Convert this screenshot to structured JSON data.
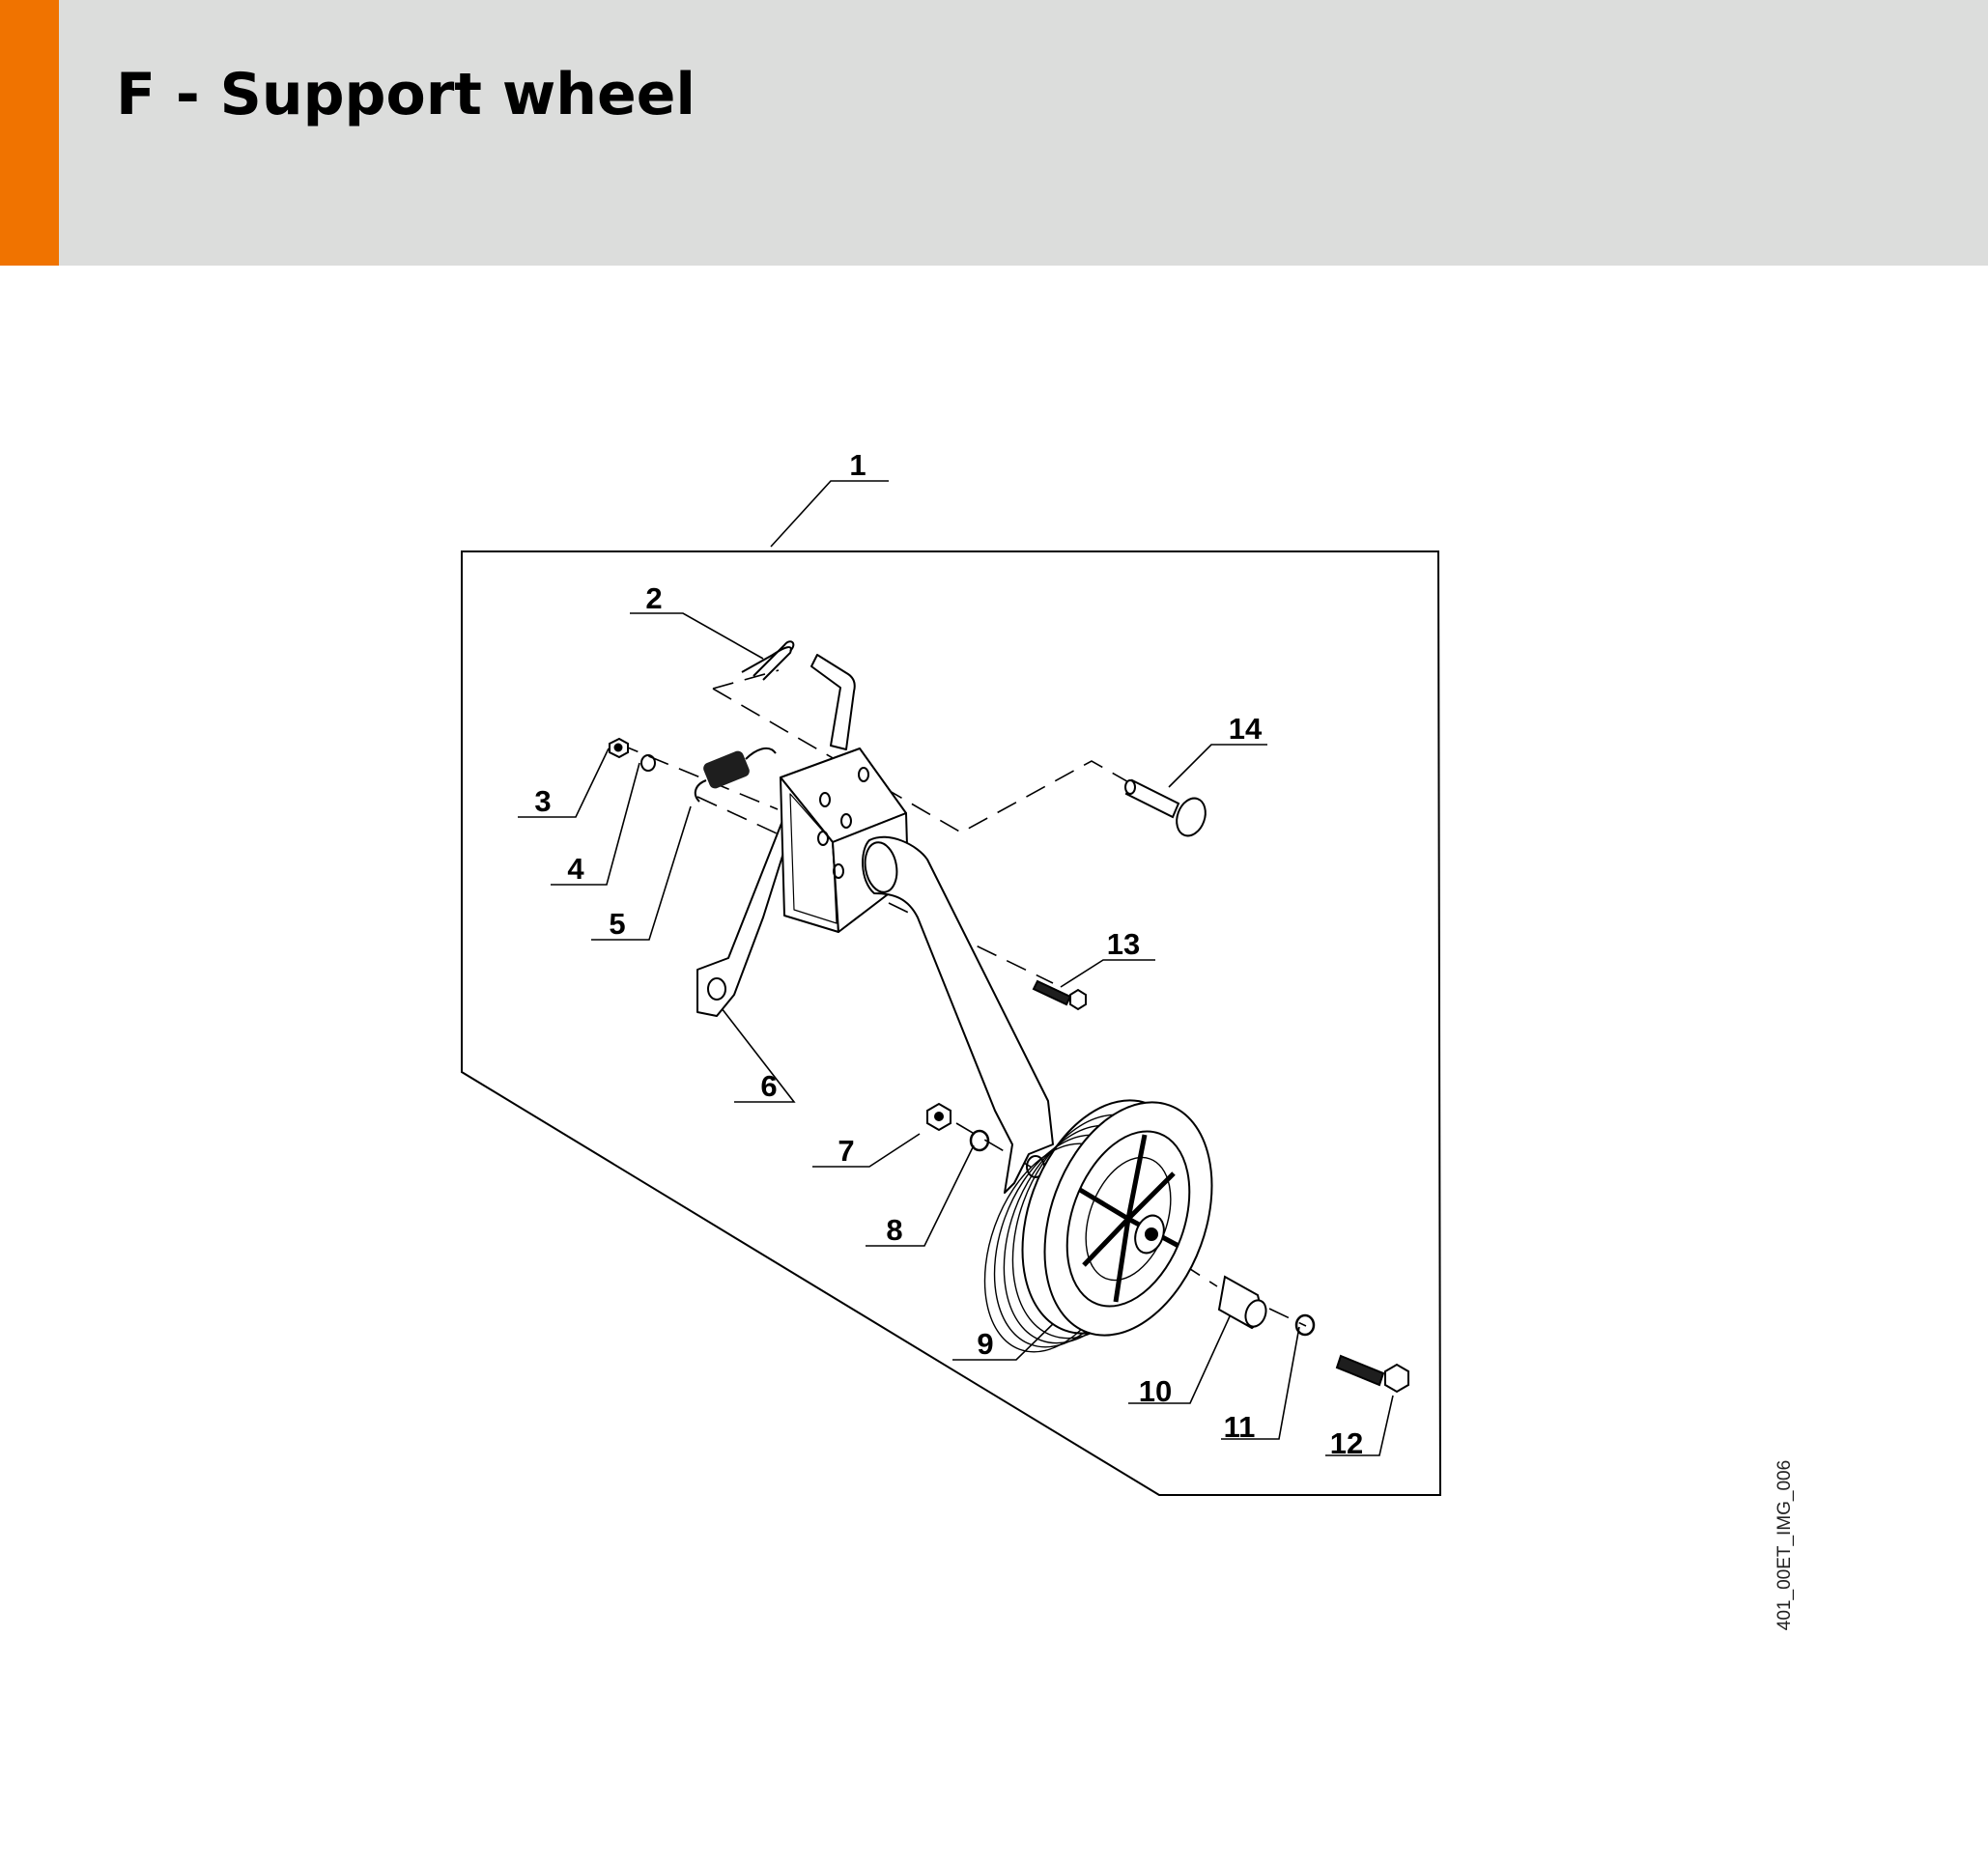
{
  "header": {
    "title": "F - Support wheel",
    "accent_color": "#f07300",
    "background_color": "#dcdddc"
  },
  "diagram": {
    "callouts": [
      {
        "number": "1",
        "part": "support-wheel-assembly"
      },
      {
        "number": "2",
        "part": "spring-clip"
      },
      {
        "number": "3",
        "part": "nut"
      },
      {
        "number": "4",
        "part": "washer"
      },
      {
        "number": "5",
        "part": "spring"
      },
      {
        "number": "6",
        "part": "bracket"
      },
      {
        "number": "7",
        "part": "nut"
      },
      {
        "number": "8",
        "part": "washer"
      },
      {
        "number": "9",
        "part": "wheel"
      },
      {
        "number": "10",
        "part": "spacer-sleeve"
      },
      {
        "number": "11",
        "part": "washer"
      },
      {
        "number": "12",
        "part": "hex-bolt"
      },
      {
        "number": "13",
        "part": "bolt"
      },
      {
        "number": "14",
        "part": "pin"
      }
    ]
  },
  "image_id": "401_00ET_IMG_006"
}
